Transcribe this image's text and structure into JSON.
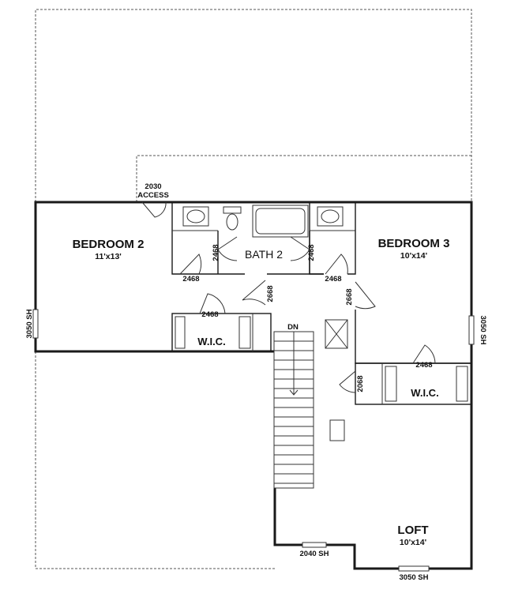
{
  "rooms": {
    "bedroom2": {
      "name": "BEDROOM 2",
      "size": "11'x13'"
    },
    "bedroom3": {
      "name": "BEDROOM 3",
      "size": "10'x14'"
    },
    "bath2": {
      "name": "BATH 2"
    },
    "wic_left": {
      "name": "W.I.C."
    },
    "wic_right": {
      "name": "W.I.C."
    },
    "loft": {
      "name": "LOFT",
      "size": "10'x14'"
    }
  },
  "labels": {
    "attic_access_code": "2030",
    "attic_access": "ACCESS",
    "stair": "DN",
    "door_2468": "2468",
    "door_2668": "2668",
    "door_2068": "2068",
    "window_3050": "3050 SH",
    "window_2040": "2040 SH"
  }
}
